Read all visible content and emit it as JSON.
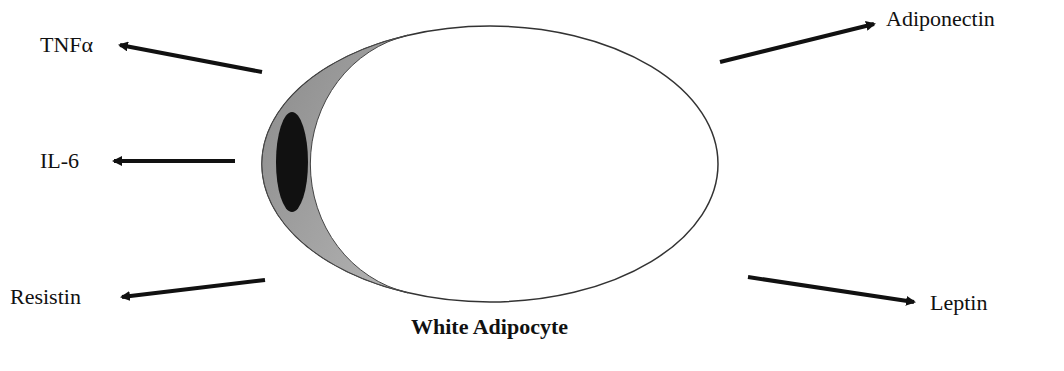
{
  "diagram": {
    "nodes": [
      {
        "text": [
          "White Adipocyte"
        ]
      }
    ],
    "labels": [
      "TNFα",
      "IL-6",
      "Resistin",
      "Adiponectin",
      "Leptin"
    ]
  }
}
